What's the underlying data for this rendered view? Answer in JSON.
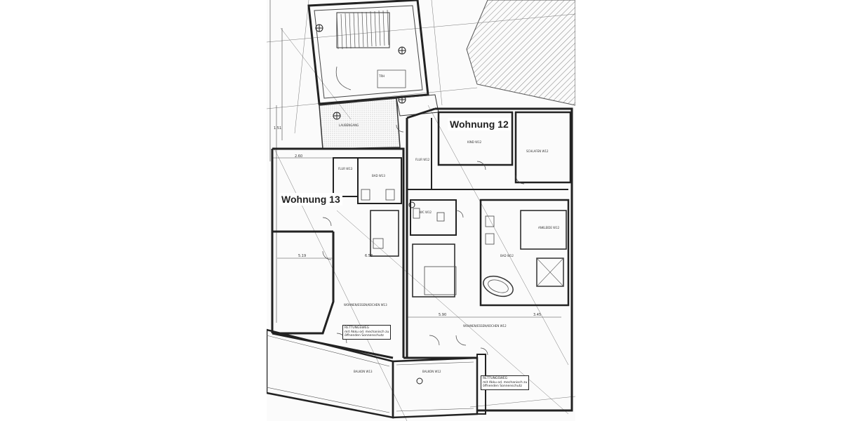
{
  "apartments": {
    "w12": "Wohnung 12",
    "w13": "Wohnung 13"
  },
  "rooms": {
    "kind": "KIND W12",
    "schlafen": "SCHLAFEN W12",
    "ankleide": "ANKLEIDE W12",
    "bad12": "BAD W12",
    "wc12": "WC W12",
    "flur12": "FLUR W12",
    "flur13": "FLUR W13",
    "bad13": "BAD W13",
    "wohnen12": "WOHNEN/ESSEN/KOCHEN W12",
    "wohnen13": "WOHNEN/ESSEN/KOCHEN W13",
    "balkon12": "BALKON W12",
    "balkon13": "BALKON W13",
    "laubengang": "LAUBENGANG",
    "treppe": "TRH"
  },
  "notes": {
    "rettung13": [
      "RETTUNGSWEG",
      "mit Akku od. mechanisch zu",
      "öffnenden Sonnenschutz"
    ],
    "rettung12": [
      "RETTUNGSWEG",
      "mit Akku od. mechanisch zu",
      "öffnenden Sonnenschutz"
    ]
  },
  "dims": {
    "d1": "2.60",
    "d2": "5.19",
    "d3": "6.58",
    "d4": "5.90",
    "d5": "3.45",
    "d6": "1.51"
  }
}
